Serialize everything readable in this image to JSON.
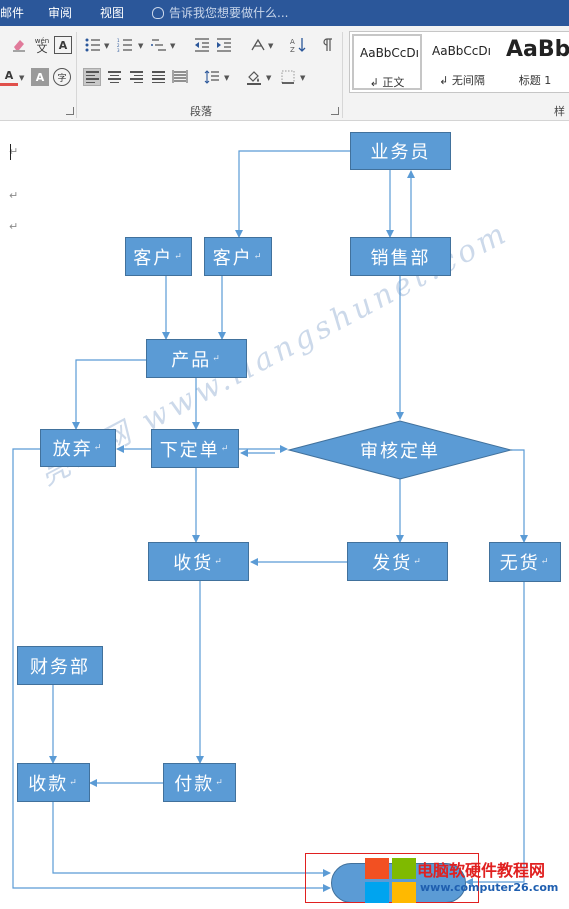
{
  "menubar": {
    "items": [
      "邮件",
      "审阅",
      "视图"
    ],
    "tell_me": "告诉我您想要做什么..."
  },
  "ribbon": {
    "paragraph_group_label": "段落",
    "styles_group_label": "样",
    "font_buttons": {
      "phonetic": "wén",
      "phonetic_char": "文",
      "border_char": "A",
      "shade_char": "A",
      "circle_char": "字",
      "color_char": "A"
    },
    "styles": [
      {
        "preview": "AaBbCcDı",
        "name": "正文"
      },
      {
        "preview": "AaBbCcDı",
        "name": "无间隔"
      },
      {
        "preview": "AaBb",
        "name": "标题 1"
      }
    ]
  },
  "document": {
    "watermark": "亮术网 www.liangshunet.com",
    "flowchart": {
      "nodes": {
        "salesman": "业务员",
        "customer_1": "客户",
        "customer_2": "客户",
        "sales_dept": "销售部",
        "product": "产品",
        "abandon": "放弃",
        "place_order": "下定单",
        "review_order": "审核定单",
        "receive_goods": "收货",
        "ship_goods": "发货",
        "out_of_stock": "无货",
        "finance_dept": "财务部",
        "collect_payment": "收款",
        "payment": "付款"
      }
    }
  },
  "logo": {
    "site_name": "电脑软硬件教程网",
    "site_url": "www.computer26.com"
  },
  "colors": {
    "ribbon_blue": "#2b579a",
    "node_fill": "#5b9bd5",
    "node_border": "#41719c",
    "connector": "#5b9bd5",
    "logo_red": "#e02020"
  }
}
